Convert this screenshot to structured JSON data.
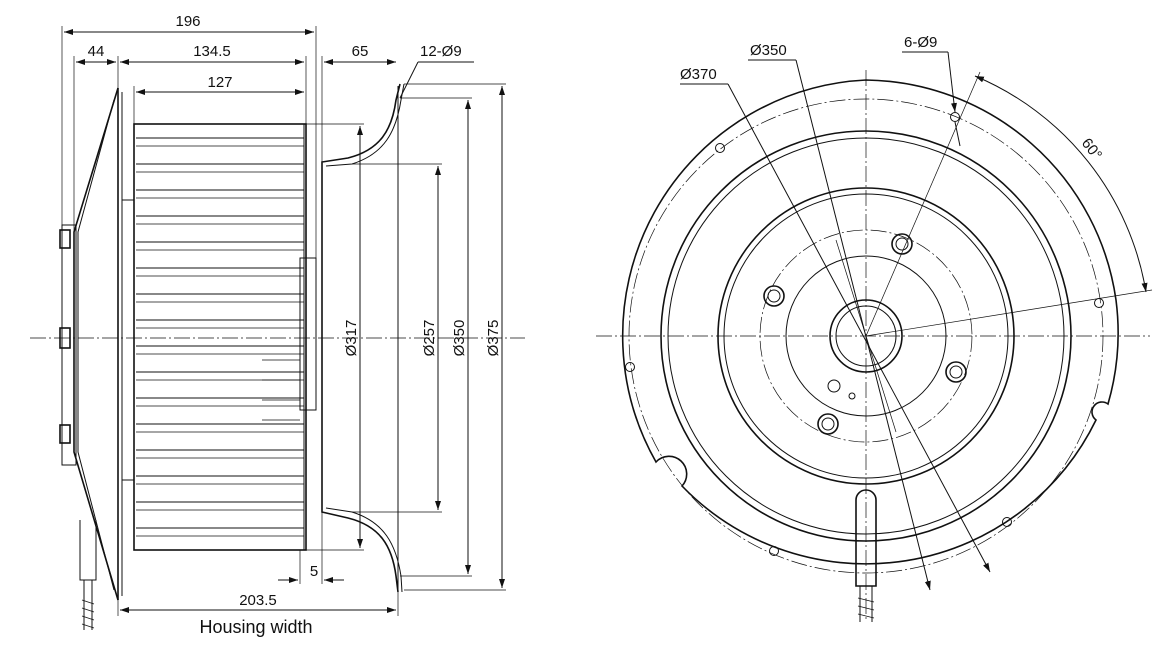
{
  "side_view": {
    "dims": {
      "overall_len": "196",
      "flange_off": "44",
      "wheel_len": "134.5",
      "blade_len": "127",
      "inlet_depth": "65",
      "holes": "12-Ø9",
      "d317": "Ø317",
      "d257": "Ø257",
      "d350": "Ø350",
      "d375": "Ø375",
      "gap": "5",
      "housing": "203.5"
    },
    "caption": "Housing width"
  },
  "front_view": {
    "dims": {
      "d370": "Ø370",
      "d350": "Ø350",
      "holes": "6-Ø9",
      "angle": "60°"
    }
  }
}
